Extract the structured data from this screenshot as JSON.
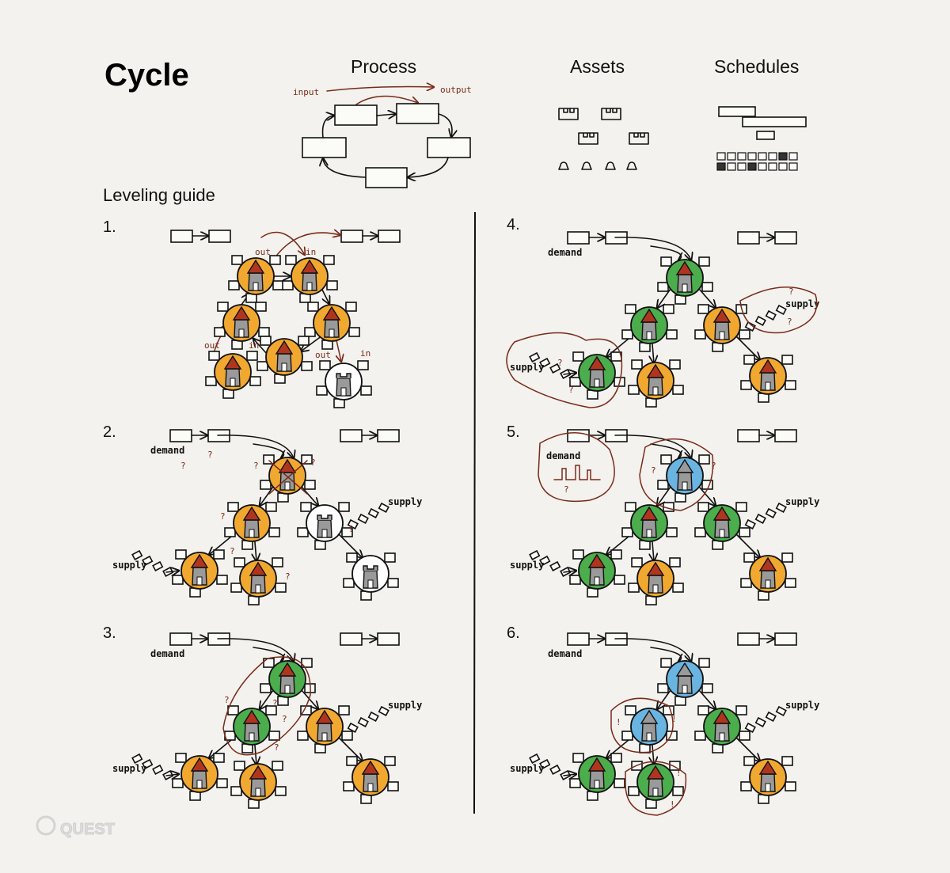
{
  "title": "Cycle",
  "headings": {
    "process": "Process",
    "assets": "Assets",
    "schedules": "Schedules"
  },
  "process_labels": {
    "input": "input",
    "output": "output"
  },
  "leveling_guide": "Leveling guide",
  "steps": [
    "1.",
    "2.",
    "3.",
    "4.",
    "5.",
    "6."
  ],
  "labels": {
    "demand": "demand",
    "supply": "supply",
    "out": "out",
    "in": "in",
    "q": "?",
    "ex": "!"
  },
  "logo": "QUEST",
  "colors": {
    "orange": "#f0a830",
    "green": "#4cad4c",
    "blue": "#6ab4e2",
    "white": "#ffffff",
    "ink": "#111111",
    "annotation": "#7a2a1a",
    "tower": "#9a9a9a",
    "roof": "#b0351f"
  },
  "panels": [
    {
      "step": 1,
      "nodes": [
        "orange",
        "orange",
        "orange",
        "orange",
        "orange",
        "orange",
        "white"
      ]
    },
    {
      "step": 2,
      "nodes": [
        "orange",
        "orange",
        "white",
        "orange",
        "orange",
        "white"
      ]
    },
    {
      "step": 3,
      "nodes": [
        "green",
        "green",
        "orange",
        "orange",
        "orange",
        "orange"
      ]
    },
    {
      "step": 4,
      "nodes": [
        "green",
        "green",
        "orange",
        "green",
        "orange",
        "orange"
      ]
    },
    {
      "step": 5,
      "nodes": [
        "blue",
        "green",
        "green",
        "green",
        "orange",
        "orange"
      ]
    },
    {
      "step": 6,
      "nodes": [
        "blue",
        "blue",
        "green",
        "green",
        "green",
        "orange"
      ]
    }
  ]
}
